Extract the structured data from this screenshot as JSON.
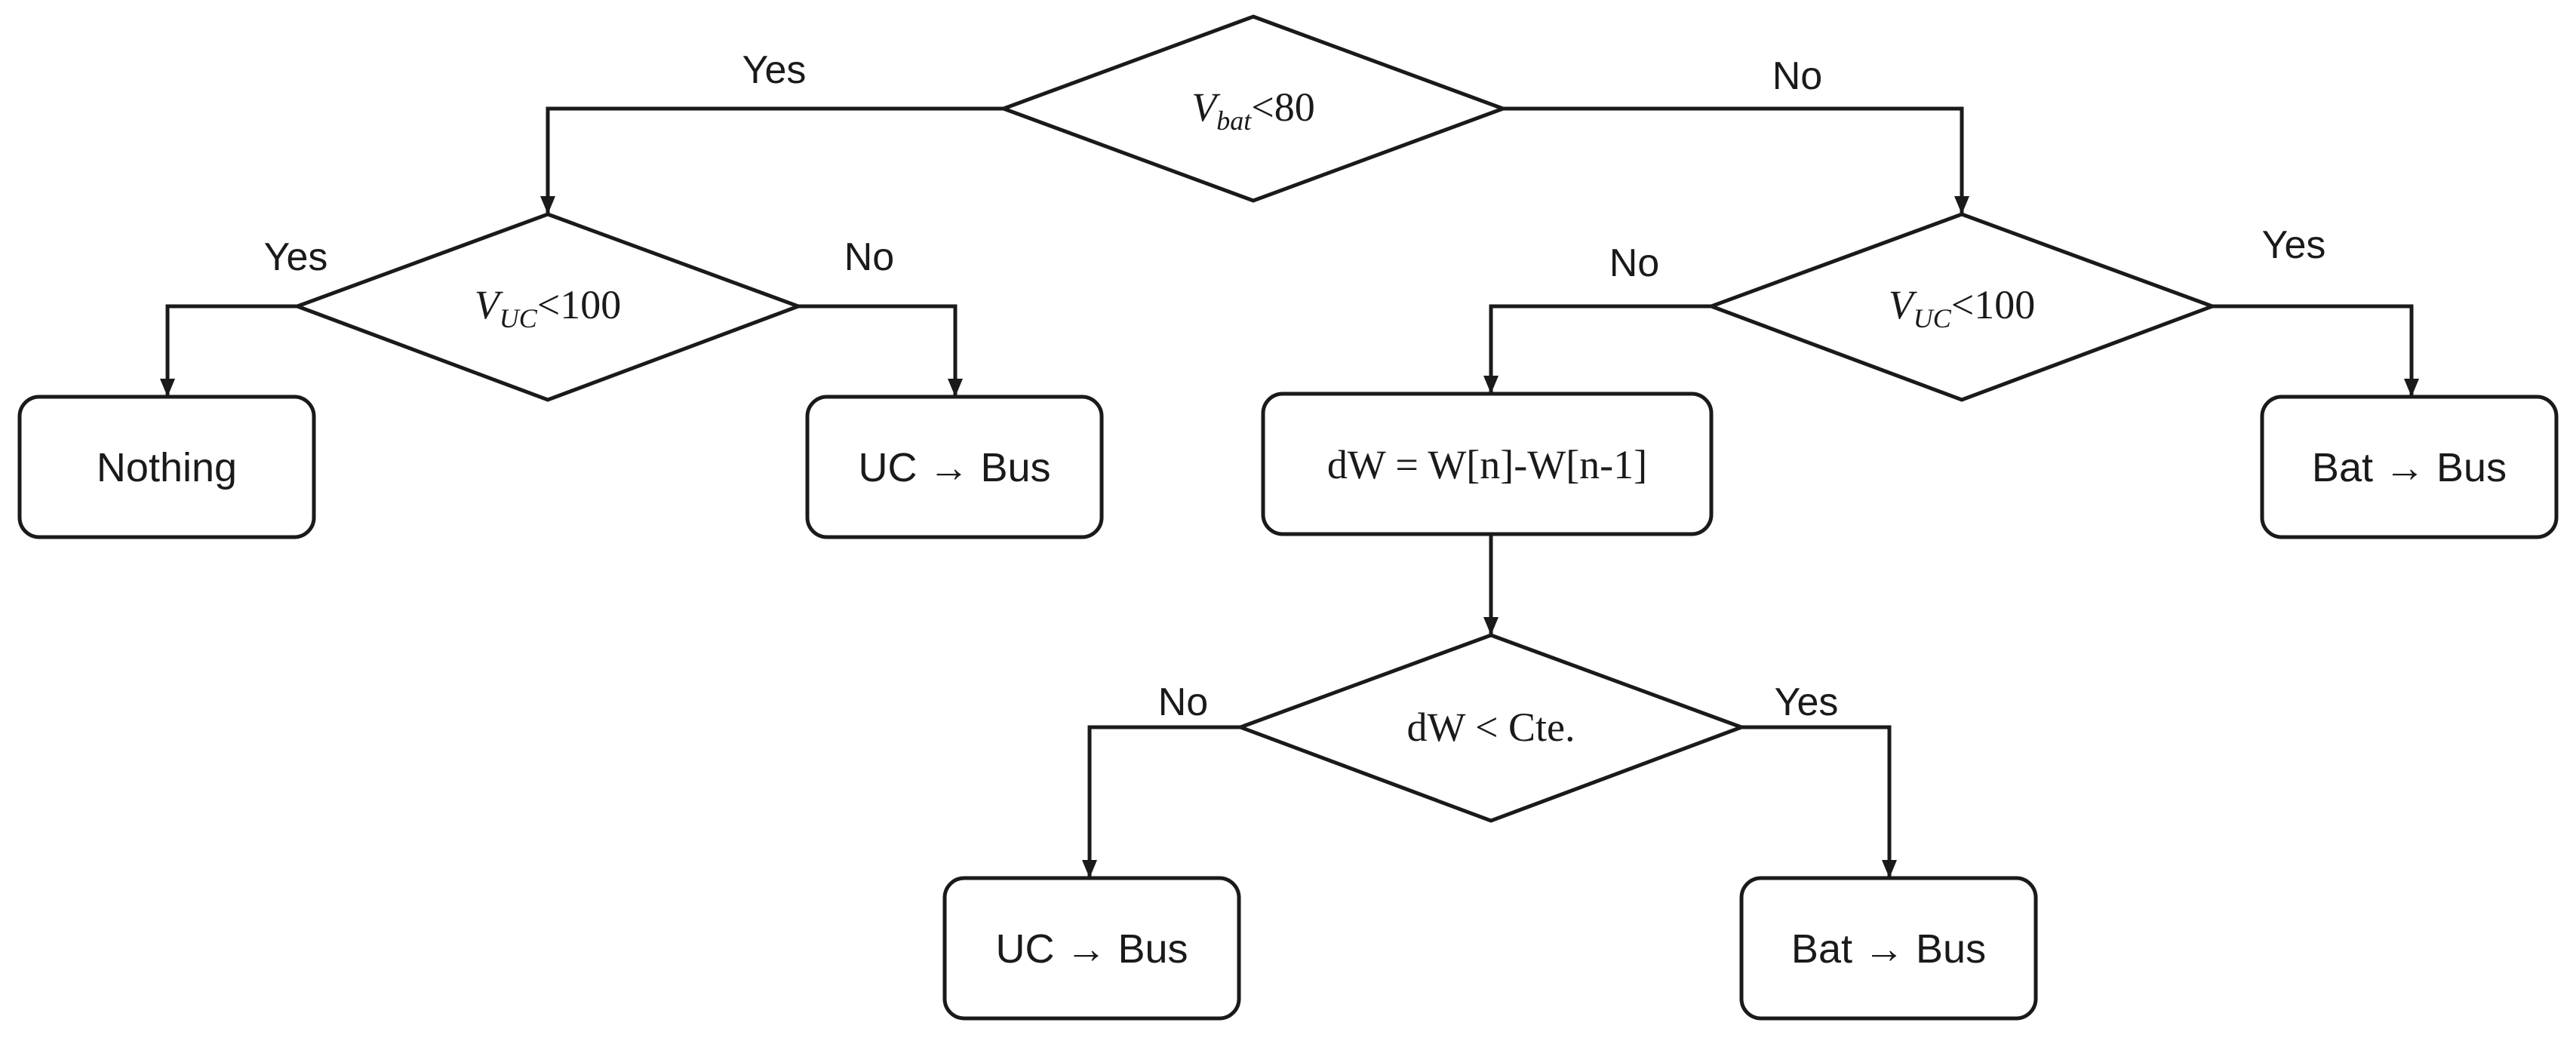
{
  "decisions": {
    "vbat": {
      "var": "V",
      "sub": "bat",
      "cmp": "<80"
    },
    "vuc_left": {
      "var": "V",
      "sub": "UC",
      "cmp": "<100"
    },
    "vuc_right": {
      "var": "V",
      "sub": "UC",
      "cmp": "<100"
    },
    "dw": {
      "text": "dW < Cte."
    }
  },
  "boxes": {
    "nothing": "Nothing",
    "uc_bus_1": {
      "from": "UC",
      "arrow": "→",
      "to": "Bus"
    },
    "dw_calc": "dW = W[n]-W[n-1]",
    "bat_bus_1": {
      "from": "Bat",
      "arrow": "→",
      "to": "Bus"
    },
    "uc_bus_2": {
      "from": "UC",
      "arrow": "→",
      "to": "Bus"
    },
    "bat_bus_2": {
      "from": "Bat",
      "arrow": "→",
      "to": "Bus"
    }
  },
  "edges": {
    "vbat_yes": "Yes",
    "vbat_no": "No",
    "vuc_left_yes": "Yes",
    "vuc_left_no": "No",
    "vuc_right_no": "No",
    "vuc_right_yes": "Yes",
    "dw_no": "No",
    "dw_yes": "Yes"
  },
  "colors": {
    "stroke": "#1a1a1a",
    "background": "#ffffff"
  }
}
